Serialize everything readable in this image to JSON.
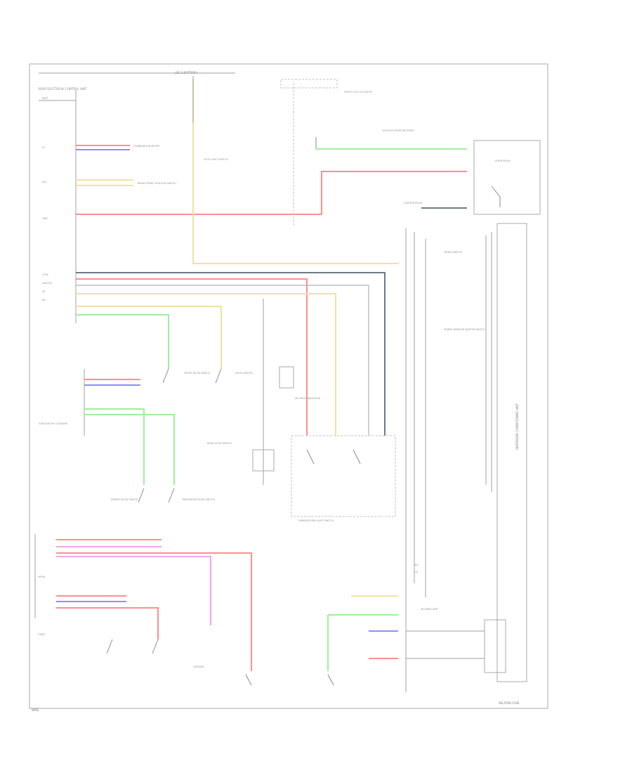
{
  "diagram": {
    "top_center_label": "J/B 2 (BATTERY)",
    "left_block_label": "BODY ELECTRICAL CONTROL UNIT",
    "right_vertical_label": "HEATER/AIR CONDITIONING UNIT",
    "right_box_label": "BLOWER UNIT",
    "bottom_left_code": "WIRE",
    "bottom_right_label": "RELATED FUSE",
    "dimmer_box_caption": "DIMMER/TURN LIGHT SWITCH",
    "component_labels": [
      "COMBINATION METER",
      "BRAKE PEDAL POSITION SWITCH",
      "STOP LIGHT SWITCH",
      "DOOR LOCK ACTUATOR",
      "KEYLESS ENTRY RECEIVER",
      "FRONT DOOR SWITCH",
      "REAR DOOR SWITCH",
      "HOOD SWITCH",
      "TRUNK SWITCH",
      "SECURITY INDICATOR",
      "HORN RELAY",
      "STARTER RELAY",
      "IGNITION KEY CYLINDER",
      "DRIVER DOOR SWITCH",
      "PASSENGER DOOR SWITCH",
      "POWER WINDOW MASTER SWITCH",
      "GROUND"
    ],
    "pin_labels": [
      "BATT",
      "IG",
      "ACC",
      "GND",
      "LOCK",
      "UNLOCK",
      "FR",
      "RR",
      "HORN",
      "START",
      "SIG",
      "+B"
    ],
    "wire_colors": {
      "red": "#ff8f8f",
      "yellow": "#f0e2a0",
      "green": "#9af29a",
      "blue": "#8f8ff2",
      "pink": "#f2a6ea",
      "dark": "#6d7a84"
    }
  }
}
